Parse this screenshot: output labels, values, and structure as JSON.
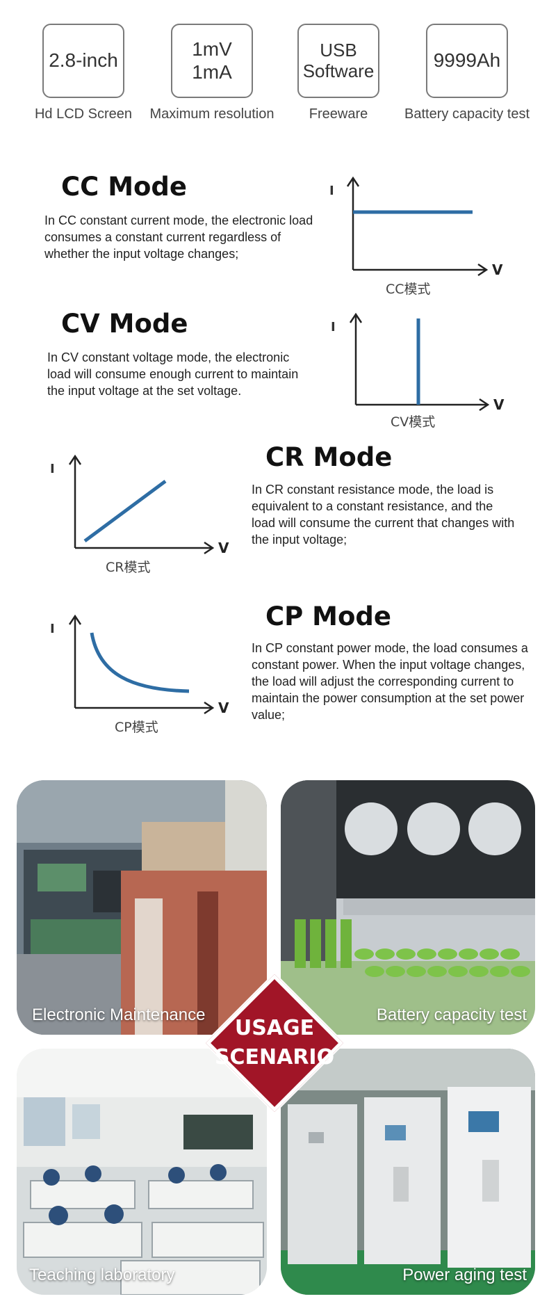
{
  "specs": [
    {
      "value_line1": "2.8-inch",
      "value_line2": "",
      "caption": "Hd LCD Screen"
    },
    {
      "value_line1": "1mV",
      "value_line2": "1mA",
      "caption": "Maximum resolution"
    },
    {
      "value_line1": "USB",
      "value_line2": "Software",
      "caption": "Freeware"
    },
    {
      "value_line1": "9999Ah",
      "value_line2": "",
      "caption": "Battery capacity test"
    }
  ],
  "modes": {
    "cc": {
      "title": "CC Mode",
      "description": "In CC constant current mode, the electronic load consumes a constant current regardless of whether the input voltage changes;",
      "graph_caption": "CC模式",
      "axis_i": "I",
      "axis_v": "V"
    },
    "cv": {
      "title": "CV Mode",
      "description": "In CV constant voltage mode, the electronic load will consume enough current to maintain the input voltage at the set voltage.",
      "graph_caption": "CV模式",
      "axis_i": "I",
      "axis_v": "V"
    },
    "cr": {
      "title": "CR Mode",
      "description": "In CR constant resistance mode, the load is equivalent to a constant resistance, and the load will consume the current that changes with the input voltage;",
      "graph_caption": "CR模式",
      "axis_i": "I",
      "axis_v": "V"
    },
    "cp": {
      "title": "CP Mode",
      "description": "In CP constant power mode, the load consumes a constant power. When the input voltage changes, the load will adjust the corresponding current to maintain the power consumption at the set power value;",
      "graph_caption": "CP模式",
      "axis_i": "I",
      "axis_v": "V"
    }
  },
  "usage": {
    "badge_line1": "USAGE",
    "badge_line2": "SCENARIO",
    "tiles": [
      {
        "label": "Electronic Maintenance"
      },
      {
        "label": "Battery capacity test"
      },
      {
        "label": "Teaching laboratory"
      },
      {
        "label": "Power aging test"
      }
    ]
  },
  "colors": {
    "curve": "#2e6da4",
    "badge": "#a11527"
  }
}
